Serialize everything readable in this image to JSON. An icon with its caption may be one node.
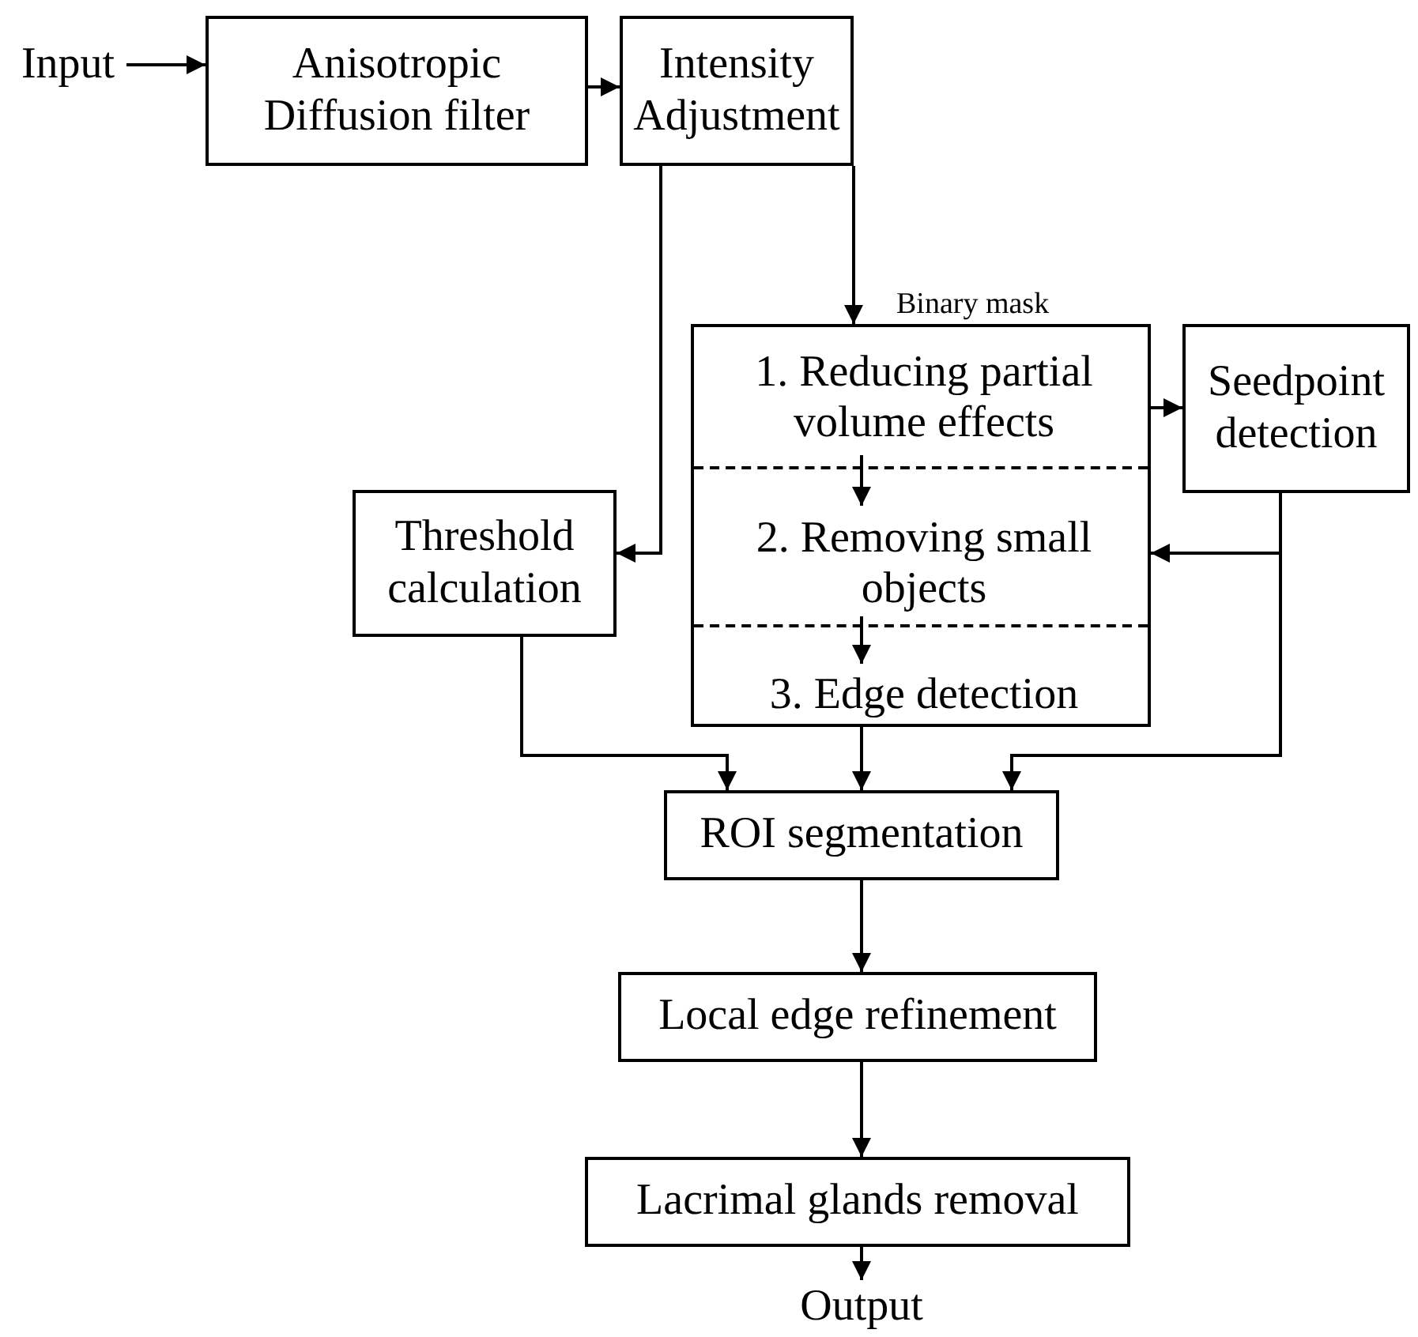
{
  "diagram": {
    "nodes": [
      {
        "text": [
          "Input"
        ]
      },
      {
        "text": [
          "Anisotropic Diffusion filter"
        ]
      },
      {
        "text": [
          "Intensity Adjustment"
        ]
      },
      {
        "text": [],
        "shape": "box",
        "beside": [
          "Binary mask"
        ]
      },
      {
        "text": [
          "1. Reducing partial volume effects"
        ],
        "in": 3
      },
      {
        "text": [
          "2. Removing small objects"
        ],
        "in": 3
      },
      {
        "text": [
          "3. Edge detection"
        ],
        "in": 3
      },
      {
        "text": [
          "Seedpoint detection"
        ]
      },
      {
        "text": [
          "Threshold calculation"
        ]
      },
      {
        "text": [
          "ROI segmentation"
        ]
      },
      {
        "text": [
          "Local edge refinement"
        ]
      },
      {
        "text": [
          "Lacrimal glands removal"
        ]
      },
      {
        "text": [
          "Output"
        ]
      }
    ],
    "edges": [
      {
        "from": 0,
        "to": 1,
        "arrow": "to"
      },
      {
        "from": 1,
        "to": 2,
        "arrow": "to"
      },
      {
        "from": 2,
        "to": 3,
        "arrow": "to"
      },
      {
        "from": 2,
        "to": 8,
        "arrow": "to"
      },
      {
        "from": 3,
        "to": 7,
        "arrow": "to"
      },
      {
        "from": 7,
        "to": 3,
        "arrow": "to"
      },
      {
        "from": 4,
        "to": 5,
        "arrow": "to"
      },
      {
        "from": 5,
        "to": 6,
        "arrow": "to"
      },
      {
        "from": 8,
        "to": 9,
        "arrow": "to"
      },
      {
        "from": 3,
        "to": 9,
        "arrow": "to"
      },
      {
        "from": 7,
        "to": 9,
        "arrow": "to"
      },
      {
        "from": 9,
        "to": 10,
        "arrow": "to"
      },
      {
        "from": 10,
        "to": 11,
        "arrow": "to"
      },
      {
        "from": 11,
        "to": 12,
        "arrow": "to"
      }
    ]
  }
}
